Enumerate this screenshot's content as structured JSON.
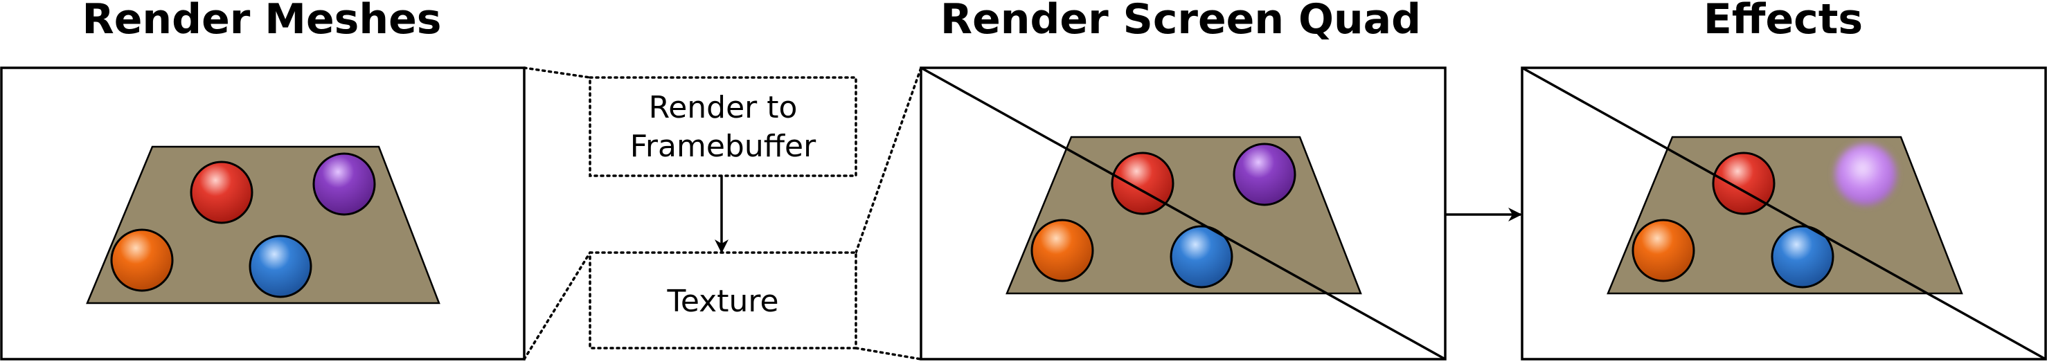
{
  "titles": {
    "render_meshes": "Render Meshes",
    "render_screen_quad": "Render Screen Quad",
    "effects": "Effects"
  },
  "boxes": {
    "render_to_framebuffer_line1": "Render to",
    "render_to_framebuffer_line2": "Framebuffer",
    "texture": "Texture"
  },
  "colors": {
    "table": "#978a6b",
    "sphere_red": "#d42b21",
    "sphere_purple": "#7b35b1",
    "sphere_orange": "#e9620f",
    "sphere_blue": "#2c72c7",
    "sphere_blurred": "#c389ee"
  }
}
